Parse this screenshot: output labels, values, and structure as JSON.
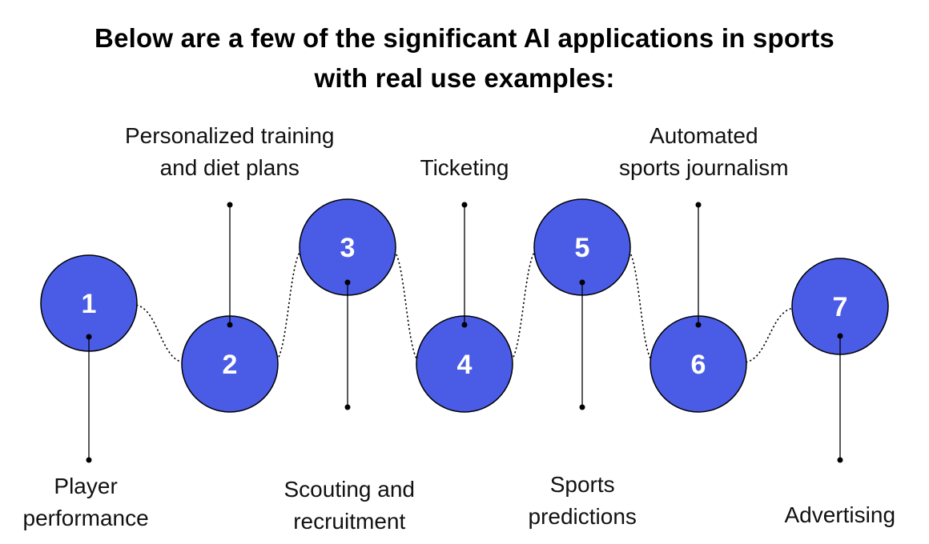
{
  "title": {
    "line1": "Below are a few of the significant AI applications in sports",
    "line2": "with real use examples:"
  },
  "colors": {
    "node_fill": "#4a5ce6",
    "text": "#000000"
  },
  "nodes": [
    {
      "number": "1",
      "label": [
        "Player",
        "performance"
      ],
      "label_side": "bottom"
    },
    {
      "number": "2",
      "label": [
        "Personalized training",
        "and diet plans"
      ],
      "label_side": "top"
    },
    {
      "number": "3",
      "label": [
        "Scouting and",
        "recruitment"
      ],
      "label_side": "bottom"
    },
    {
      "number": "4",
      "label": [
        "Ticketing"
      ],
      "label_side": "top"
    },
    {
      "number": "5",
      "label": [
        "Sports",
        "predictions"
      ],
      "label_side": "bottom"
    },
    {
      "number": "6",
      "label": [
        "Automated",
        "sports journalism"
      ],
      "label_side": "top"
    },
    {
      "number": "7",
      "label": [
        "Advertising"
      ],
      "label_side": "bottom"
    }
  ]
}
